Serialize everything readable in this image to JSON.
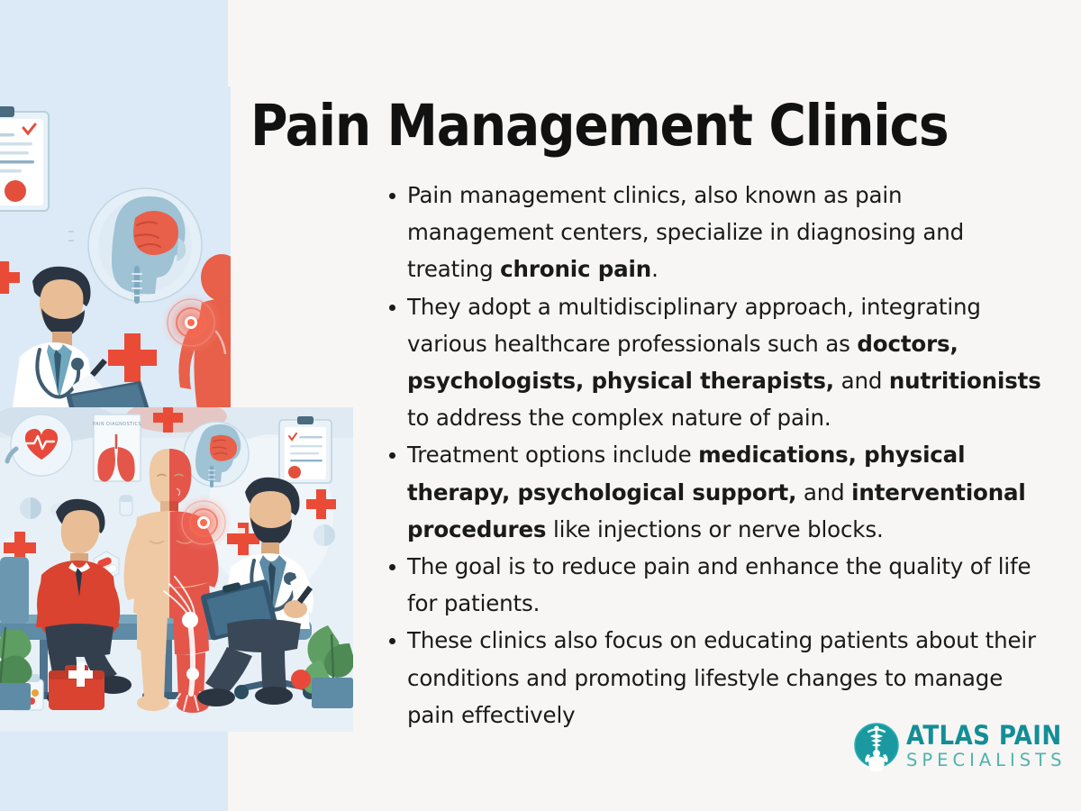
{
  "page": {
    "title": "Pain Management Clinics",
    "background_color": "#f7f6f5",
    "accent_band_color": "#dceaf7"
  },
  "bullets": [
    {
      "id": "bullet-definition",
      "segments": [
        {
          "text": "Pain management clinics, also known as pain management centers, specialize in diagnosing and treating ",
          "bold": false
        },
        {
          "text": "chronic pain",
          "bold": true
        },
        {
          "text": ".",
          "bold": false
        }
      ]
    },
    {
      "id": "bullet-multidisciplinary",
      "segments": [
        {
          "text": "They adopt a multidisciplinary approach, integrating various healthcare professionals such as ",
          "bold": false
        },
        {
          "text": "doctors, psychologists, physical therapists,",
          "bold": true
        },
        {
          "text": " and ",
          "bold": false
        },
        {
          "text": "nutritionists",
          "bold": true
        },
        {
          "text": " to address the complex nature of pain.",
          "bold": false
        }
      ]
    },
    {
      "id": "bullet-treatment-options",
      "segments": [
        {
          "text": "Treatment options include ",
          "bold": false
        },
        {
          "text": "medications, physical therapy, psychological support,",
          "bold": true
        },
        {
          "text": " and ",
          "bold": false
        },
        {
          "text": "interventional procedures",
          "bold": true
        },
        {
          "text": " like injections or nerve blocks.",
          "bold": false
        }
      ]
    },
    {
      "id": "bullet-goal",
      "segments": [
        {
          "text": "The goal is to reduce pain and enhance the quality of life for patients.",
          "bold": false
        }
      ]
    },
    {
      "id": "bullet-education",
      "segments": [
        {
          "text": "These clinics also focus on educating patients about their conditions and promoting lifestyle changes to manage pain effectively",
          "bold": false
        }
      ]
    }
  ],
  "logo": {
    "line1": "ATLAS PAIN",
    "line2": "SPECIALISTS",
    "mark_color": "#1a9aa0",
    "line1_color": "#138e96",
    "line2_color": "#4fb3ac"
  },
  "illustration_top": {
    "description": "Clinical scene: doctor with stethoscope writing on clipboard, anatomical head with highlighted brain in a circle, red human figure with glowing shoulder pain point, medical chart and red cross icons on a pale blue background.",
    "elements": [
      "clipboard-chart",
      "brain-anatomy-circle",
      "red-pain-figure",
      "shoulder-pain-marker",
      "red-cross-icon",
      "doctor-with-stethoscope"
    ]
  },
  "illustration_bottom": {
    "description": "Pain clinic consultation: a patient sits on an exam bench, half of his body rendered in red anatomy showing nerve and bone pain pathways; a bearded doctor in a white coat sits on a stool taking notes, and a man in a red sweater sits on the left. Surrounding icons include a heart with ECG line, a lungs poster, a brain circle, a clipboard, a first-aid kit, pill bottles and potted plants.",
    "elements": [
      "heart-ecg-bubble",
      "lungs-poster",
      "brain-anatomy-circle",
      "clipboard-checklist",
      "red-cross-icon",
      "patient-figure",
      "shoulder-pain-marker",
      "knee-pain-marker",
      "ankle-pain-marker",
      "doctor-with-clipboard",
      "man-in-red-sweater",
      "exam-bench",
      "rolling-stool",
      "first-aid-kit",
      "pill-jar",
      "potted-plant"
    ]
  }
}
